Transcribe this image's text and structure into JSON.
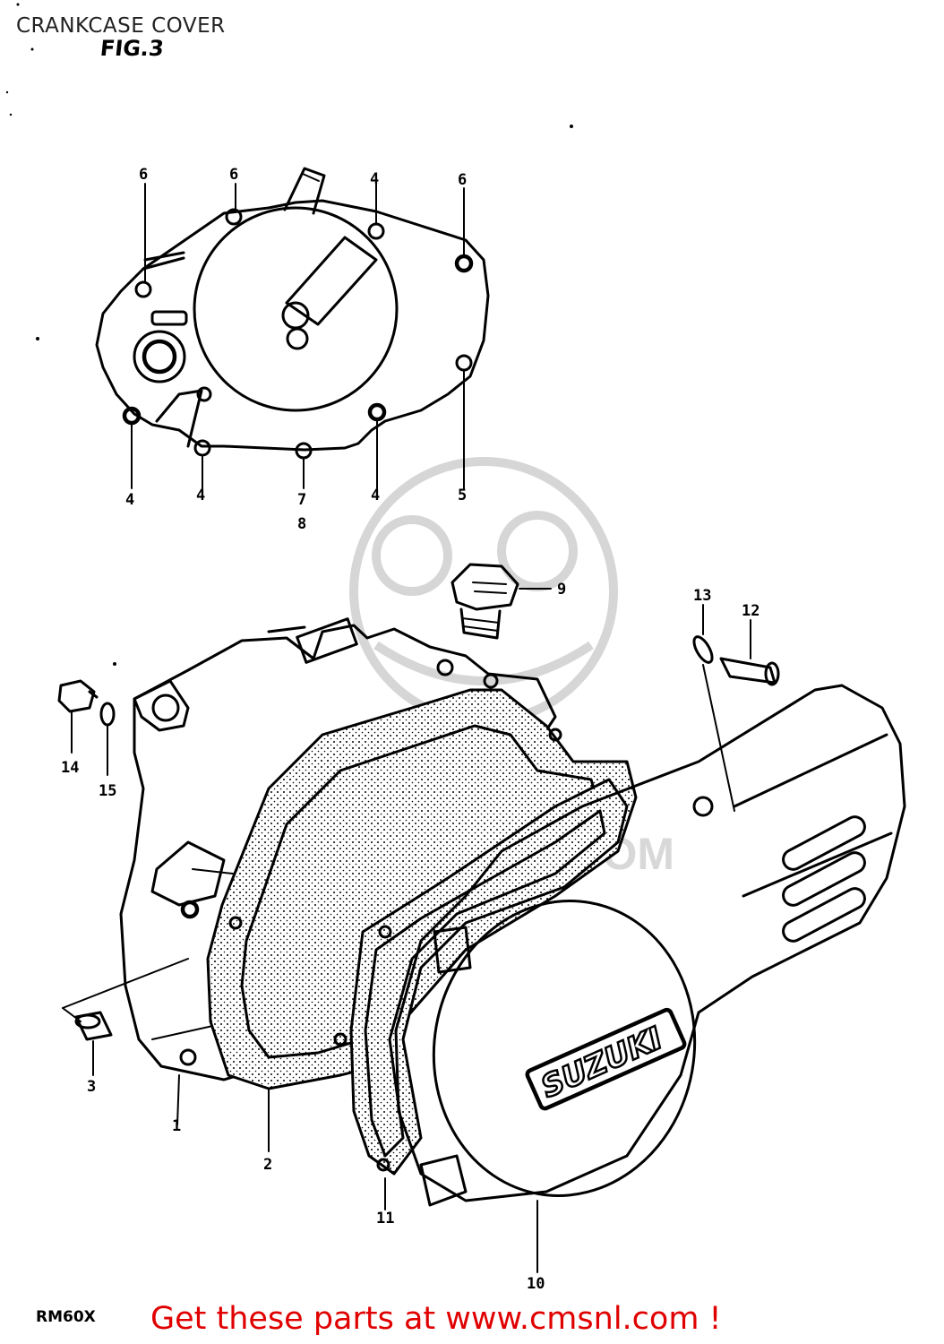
{
  "header": {
    "title": "CRANKCASE COVER",
    "figure": "FIG.3"
  },
  "footer": {
    "model": "RM60X",
    "cta": "Get these parts at www.cmsnl.com !"
  },
  "diagram": {
    "brand_emblem": "SUZUKI",
    "callouts": [
      {
        "id": "6a",
        "label": "6"
      },
      {
        "id": "6b",
        "label": "6"
      },
      {
        "id": "4a",
        "label": "4"
      },
      {
        "id": "6c",
        "label": "6"
      },
      {
        "id": "4b",
        "label": "4"
      },
      {
        "id": "4c",
        "label": "4"
      },
      {
        "id": "7",
        "label": "7"
      },
      {
        "id": "8",
        "label": "8"
      },
      {
        "id": "4d",
        "label": "4"
      },
      {
        "id": "5",
        "label": "5"
      },
      {
        "id": "9",
        "label": "9"
      },
      {
        "id": "13",
        "label": "13"
      },
      {
        "id": "12",
        "label": "12"
      },
      {
        "id": "14",
        "label": "14"
      },
      {
        "id": "15",
        "label": "15"
      },
      {
        "id": "3",
        "label": "3"
      },
      {
        "id": "1",
        "label": "1"
      },
      {
        "id": "2",
        "label": "2"
      },
      {
        "id": "11",
        "label": "11"
      },
      {
        "id": "10",
        "label": "10"
      }
    ]
  },
  "colors": {
    "ink": "#000000",
    "cta": "#e00000",
    "watermark": "#d8d8d8"
  }
}
